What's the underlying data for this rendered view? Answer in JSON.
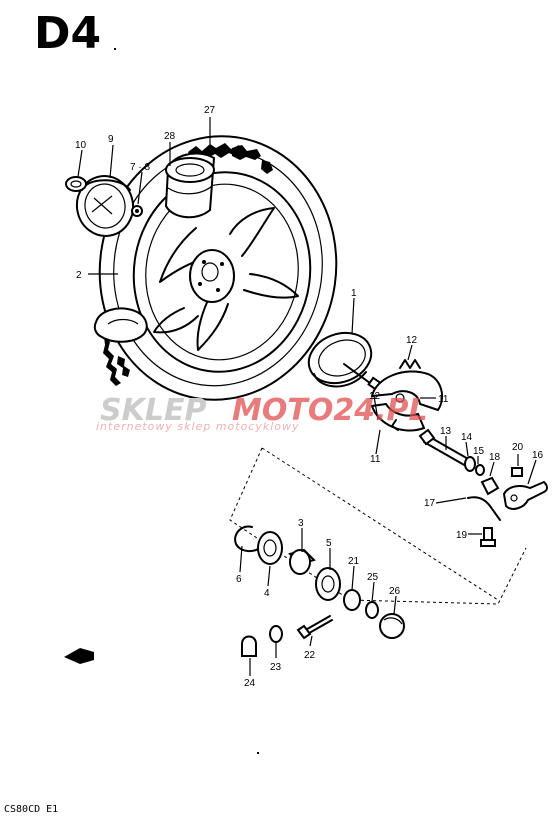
{
  "diagram": {
    "section_code": "D4",
    "footer_code": "CS80CD E1",
    "watermark": {
      "brand_left": "SKLEP",
      "brand_right": "MOTO24.PL",
      "tagline": "internetowy sklep motocyklowy"
    },
    "part_labels": {
      "p1": "1",
      "p2": "2",
      "p3": "3",
      "p4": "4",
      "p5": "5",
      "p6": "6",
      "p78": "7 · 8",
      "p9": "9",
      "p10": "10",
      "p11a": "11",
      "p11b": "11",
      "p12a": "12",
      "p12b": "12",
      "p13": "13",
      "p14": "14",
      "p15": "15",
      "p16": "16",
      "p17": "17",
      "p18": "18",
      "p19": "19",
      "p20": "20",
      "p21": "21",
      "p22": "22",
      "p23": "23",
      "p24": "24",
      "p25": "25",
      "p26": "26",
      "p27": "27",
      "p28": "28"
    },
    "colors": {
      "ink": "#000000",
      "watermark_gray": "#cccccc",
      "watermark_red": "#e05050",
      "watermark_tagline": "#f0b2b2"
    }
  }
}
